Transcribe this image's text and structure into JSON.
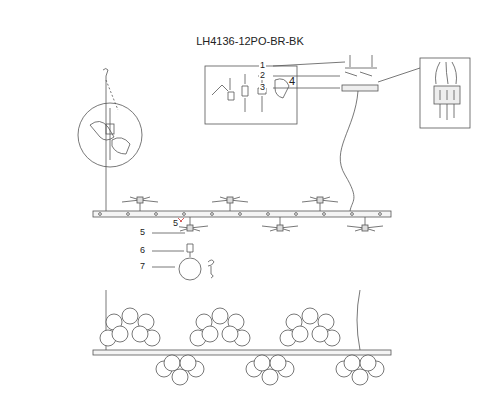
{
  "diagram": {
    "title": "LH4136-12PO-BR-BK",
    "labels": [
      "1",
      "2",
      "3",
      "4",
      "5",
      "5",
      "6",
      "7"
    ]
  }
}
